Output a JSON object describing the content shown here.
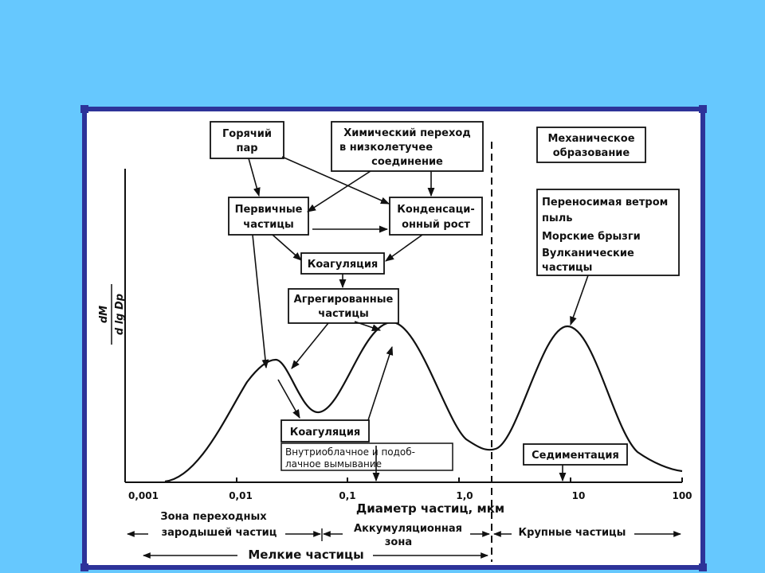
{
  "boxes": {
    "hot_vapor": [
      "Горячий",
      "пар"
    ],
    "chem_transition": [
      "Химический переход",
      "в низколетучее",
      "соединение"
    ],
    "mech_formation": [
      "Механическое",
      "образование"
    ],
    "primary": [
      "Первичные",
      "частицы"
    ],
    "condensation": [
      "Конденсаци-",
      "онный рост"
    ],
    "coag_top": [
      "Коагуляция"
    ],
    "aggregated": [
      "Агрегированные",
      "частицы"
    ],
    "coarse_sources": [
      "Переносимая ветром",
      "пыль",
      "Морские брызги",
      "Вулканические",
      "частицы"
    ],
    "coag_bottom": [
      "Коагуляция"
    ],
    "washout": [
      "Внутриоблачное и подоб-",
      "лачное вымывание"
    ],
    "sedimentation": [
      "Седиментация"
    ]
  },
  "axis": {
    "ylabel_num": "dM",
    "ylabel_den": "d lg Dp",
    "xlabel": "Диаметр частиц, мкм",
    "ticks": [
      "0,001",
      "0,01",
      "0,1",
      "1,0",
      "10",
      "100"
    ]
  },
  "zones": {
    "transition": [
      "Зона переходных",
      "зародышей частиц"
    ],
    "accumulation": [
      "Аккумуляционная",
      "зона"
    ],
    "coarse": "Крупные частицы",
    "fine": "Мелкие частицы"
  },
  "colors": {
    "background": "#66c8fe",
    "frame": "#2d3399",
    "panel": "#ffffff",
    "ink": "#111111"
  }
}
